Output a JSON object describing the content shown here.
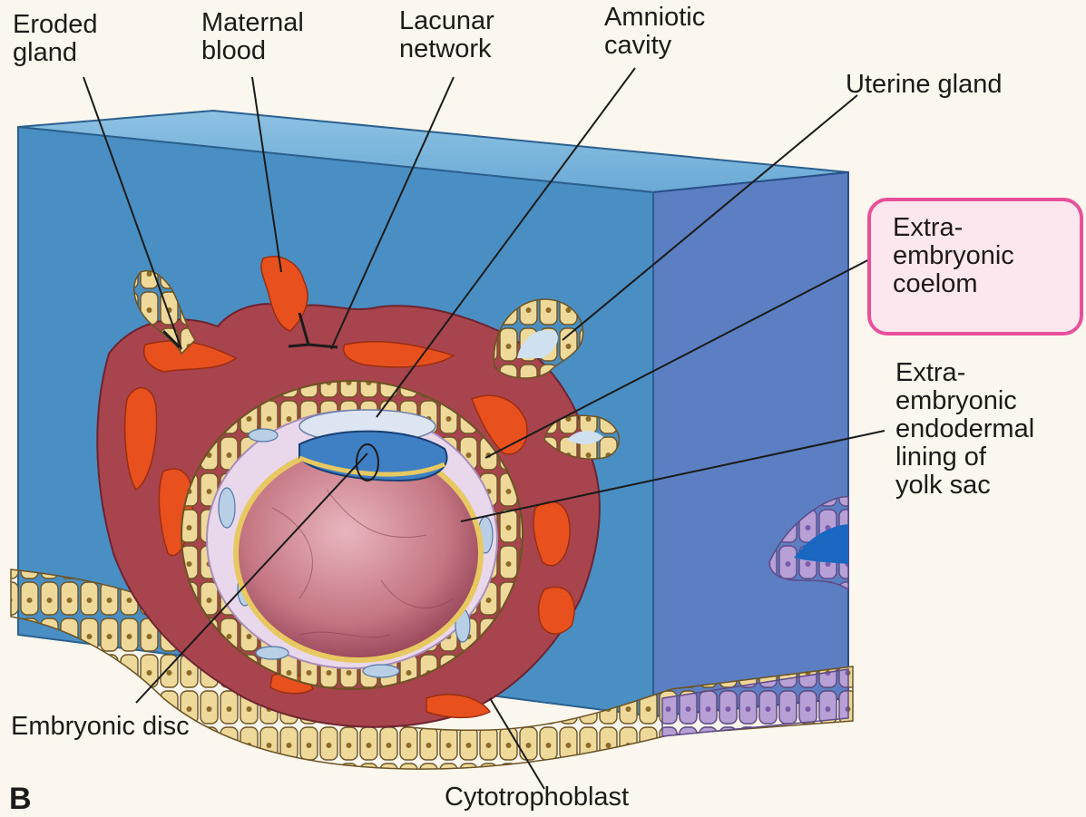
{
  "figure": {
    "letter": "B",
    "labels": {
      "eroded_gland": "Eroded\ngland",
      "maternal_blood": "Maternal\nblood",
      "lacunar_network": "Lacunar\nnetwork",
      "amniotic_cavity": "Amniotic\ncavity",
      "uterine_gland": "Uterine gland",
      "extraembryonic_coelom": "Extra-\nembryonic\ncoelom",
      "extraembryonic_endoderm": "Extra-\nembryonic\nendodermal\nlining of\nyolk sac",
      "embryonic_disc": "Embryonic disc",
      "cytotrophoblast": "Cytotrophoblast"
    }
  },
  "colors": {
    "endometrium_front": "#4a8fc4",
    "endometrium_side": "#5a7fc0",
    "syncytiotrophoblast": "#b2464e",
    "lacunae": "#e8501e",
    "cytotrophoblast": "#e8d69a",
    "yolk_sac": "#c47a86",
    "embryonic_disc": "#3f7fc4",
    "highlight": "#e8519a"
  }
}
